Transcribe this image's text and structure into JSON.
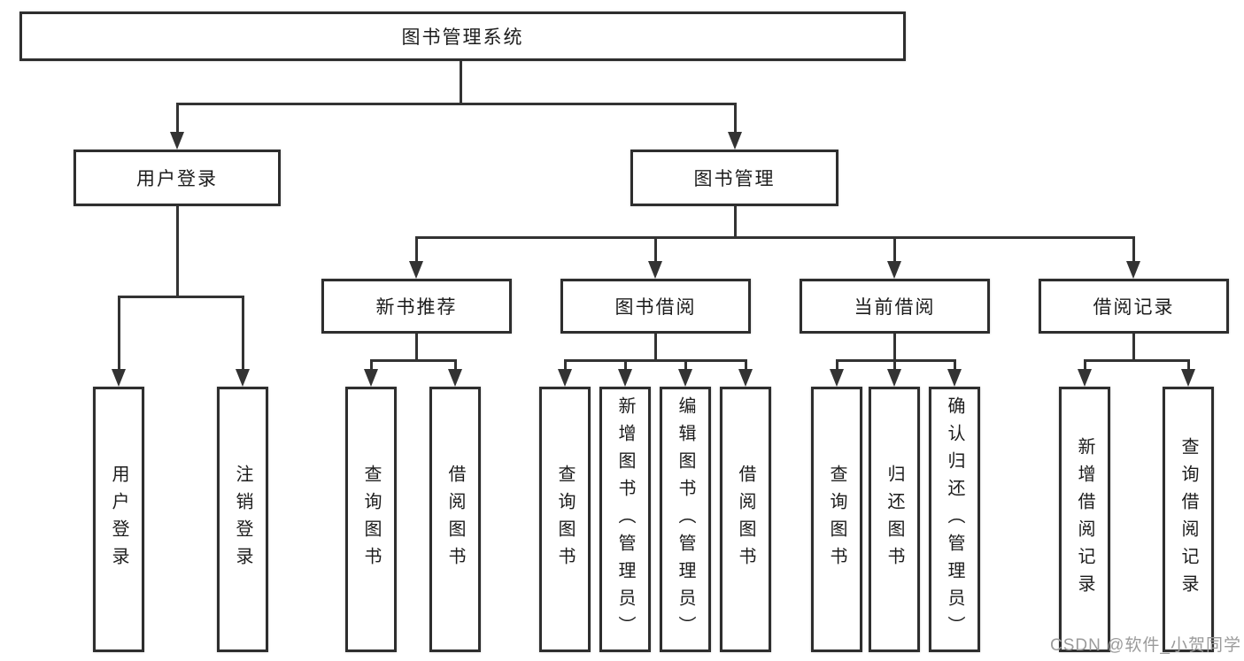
{
  "diagram": {
    "root": {
      "label": "图书管理系统"
    },
    "level2": [
      {
        "label": "用户登录"
      },
      {
        "label": "图书管理"
      }
    ],
    "level3": [
      {
        "label": "新书推荐"
      },
      {
        "label": "图书借阅"
      },
      {
        "label": "当前借阅"
      },
      {
        "label": "借阅记录"
      }
    ],
    "leaves": {
      "user_login": [
        "用户登录",
        "注销登录"
      ],
      "new_books": [
        "查询图书",
        "借阅图书"
      ],
      "book_borrow": [
        "查询图书",
        "新增图书（管理员）",
        "编辑图书（管理员）",
        "借阅图书"
      ],
      "current_borrow": [
        "查询图书",
        "归还图书",
        "确认归还（管理员）"
      ],
      "borrow_records": [
        "新增借阅记录",
        "查询借阅记录"
      ]
    },
    "watermark": "CSDN @软件_小贺同学",
    "colors": {
      "line": "#333333",
      "box_border": "#2e2e2e",
      "text": "#1c1c1c",
      "watermark": "#9b9b9b",
      "background": "#ffffff"
    }
  }
}
